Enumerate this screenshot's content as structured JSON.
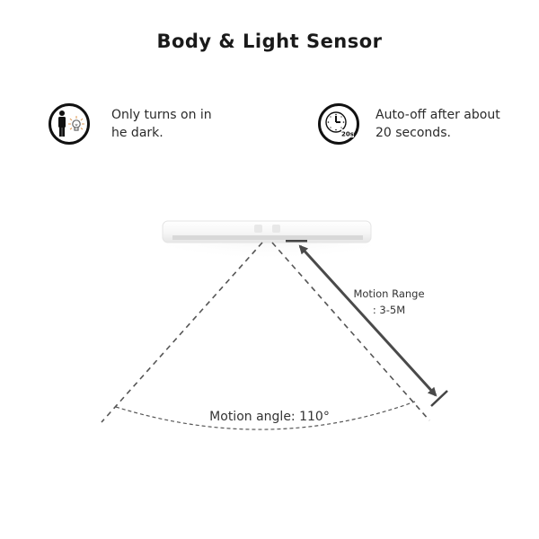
{
  "title": "Body & Light Sensor",
  "features": [
    {
      "icon": "person-and-lightbulb-icon",
      "lines": [
        "Only turns on in",
        "he dark."
      ]
    },
    {
      "icon": "clock-20s-icon",
      "icon_badge": "20s",
      "lines": [
        "Auto-off after about",
        "20 seconds."
      ]
    }
  ],
  "diagram": {
    "range_label": [
      "Motion Range",
      ": 3-5M"
    ],
    "angle_label": "Motion angle: 110°",
    "colors": {
      "dash": "#555555",
      "arrow": "#4a4a4a",
      "bulb_rays": "#e0a060",
      "light_bar": "#f4f4f4"
    }
  }
}
